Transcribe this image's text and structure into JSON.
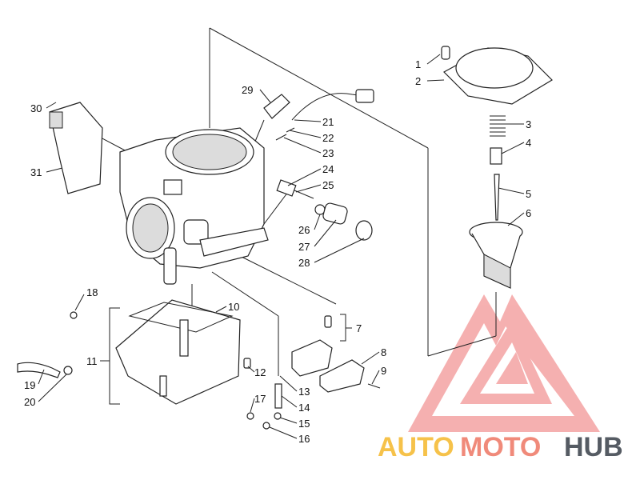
{
  "watermark": {
    "part1": "AUTO",
    "part2": "MOTO",
    "part3": "HUB"
  },
  "part_labels": [
    "1",
    "2",
    "3",
    "4",
    "5",
    "6",
    "7",
    "8",
    "9",
    "10",
    "11",
    "12",
    "13",
    "14",
    "15",
    "16",
    "17",
    "18",
    "19",
    "20",
    "21",
    "22",
    "23",
    "24",
    "25",
    "26",
    "27",
    "28",
    "29",
    "30",
    "31"
  ]
}
